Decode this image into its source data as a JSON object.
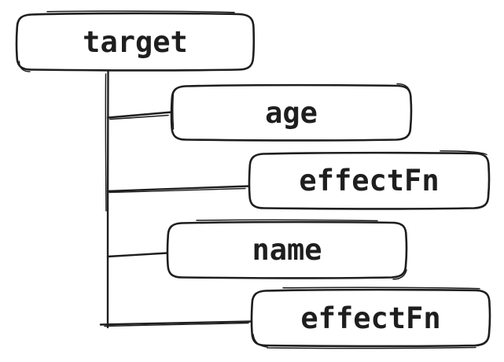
{
  "diagram": {
    "type": "tree",
    "style": "hand-drawn-sketch",
    "stroke_color": "#1e1e1e",
    "background_color": "#ffffff",
    "root": {
      "label": "target"
    },
    "children": [
      {
        "label": "age"
      },
      {
        "label": "effectFn"
      },
      {
        "label": "name"
      },
      {
        "label": "effectFn"
      }
    ]
  }
}
